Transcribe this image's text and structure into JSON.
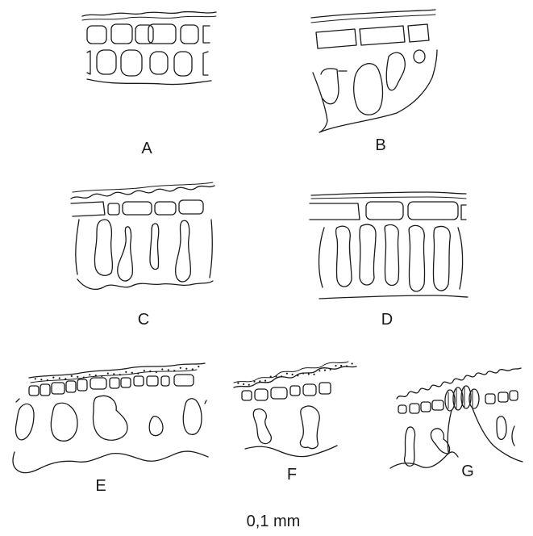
{
  "panels": [
    {
      "id": "a",
      "label": "A"
    },
    {
      "id": "b",
      "label": "B"
    },
    {
      "id": "c",
      "label": "C"
    },
    {
      "id": "d",
      "label": "D"
    },
    {
      "id": "e",
      "label": "E"
    },
    {
      "id": "f",
      "label": "F"
    },
    {
      "id": "g",
      "label": "G"
    }
  ],
  "scale_bar": {
    "label": "0,1 mm"
  },
  "colors": {
    "ink": "#1a1a1a",
    "background": "#ffffff"
  }
}
